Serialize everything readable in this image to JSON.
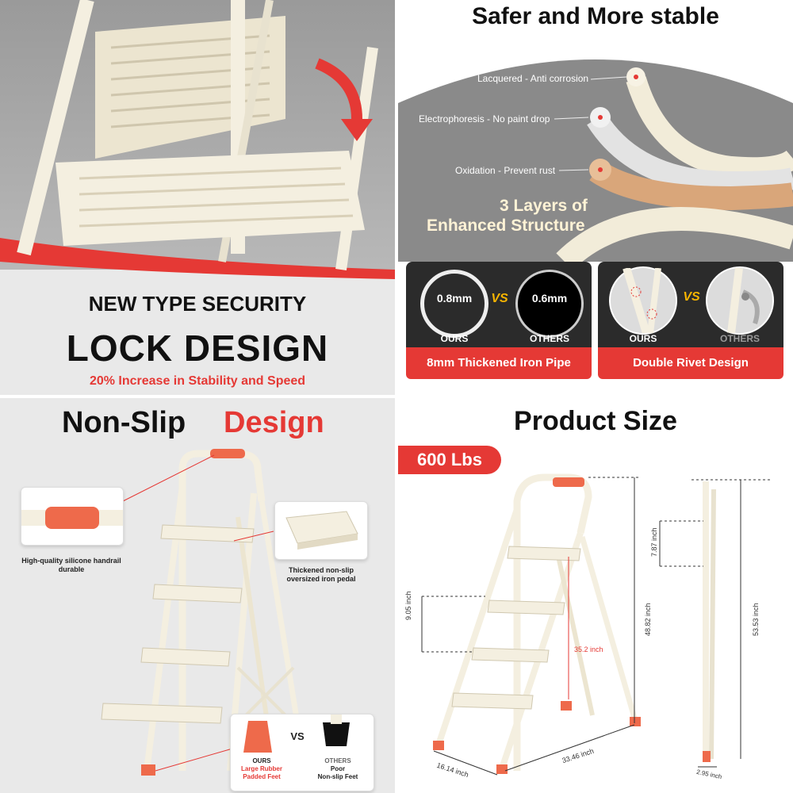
{
  "q1": {
    "heading_line1": "NEW TYPE SECURITY",
    "heading_line2": "LOCK DESIGN",
    "subheading": "20% Increase in Stability and Speed"
  },
  "q2": {
    "title": "Safer and More stable",
    "layers": [
      "Lacquered - Anti corrosion",
      "Electrophoresis - No paint drop",
      "Oxidation - Prevent rust"
    ],
    "headline_line1": "3 Layers of",
    "headline_line2": "Enhanced Structure",
    "compare_left": {
      "ours_value": "0.8mm",
      "others_value": "0.6mm",
      "vs": "VS",
      "ours_label": "OURS",
      "others_label": "OTHERS",
      "caption": "8mm Thickened Iron Pipe"
    },
    "compare_right": {
      "vs": "VS",
      "ours_label": "OURS",
      "others_label": "OTHERS",
      "caption": "Double Rivet Design"
    }
  },
  "q3": {
    "title_part1": "Non-Slip",
    "title_part2": "Design",
    "handrail_caption_line1": "High-quality silicone handrail",
    "handrail_caption_line2": "durable",
    "pedal_caption_line1": "Thickened non-slip",
    "pedal_caption_line2": "oversized iron pedal",
    "feet": {
      "vs": "VS",
      "ours_label": "OURS",
      "ours_desc_line1": "Large Rubber",
      "ours_desc_line2": "Padded Feet",
      "others_label": "OTHERS",
      "others_desc_line1": "Poor",
      "others_desc_line2": "Non-slip Feet"
    }
  },
  "q4": {
    "title": "Product  Size",
    "badge": "600 Lbs",
    "dims": {
      "step_gap": "9.05 inch",
      "top_step_gap": "7.87 inch",
      "platform_height": "35.2 inch",
      "total_height": "48.82 inch",
      "folded_height": "53.53 inch",
      "width": "16.14 inch",
      "depth": "33.46 inch",
      "folded_depth": "2.95 inch"
    }
  },
  "colors": {
    "accent_red": "#e53935",
    "ladder_cream": "#f2ecd9",
    "dark_panel": "#2b2b2b",
    "gray_bg": "#e9e9e9",
    "copper": "#d9a67a"
  }
}
